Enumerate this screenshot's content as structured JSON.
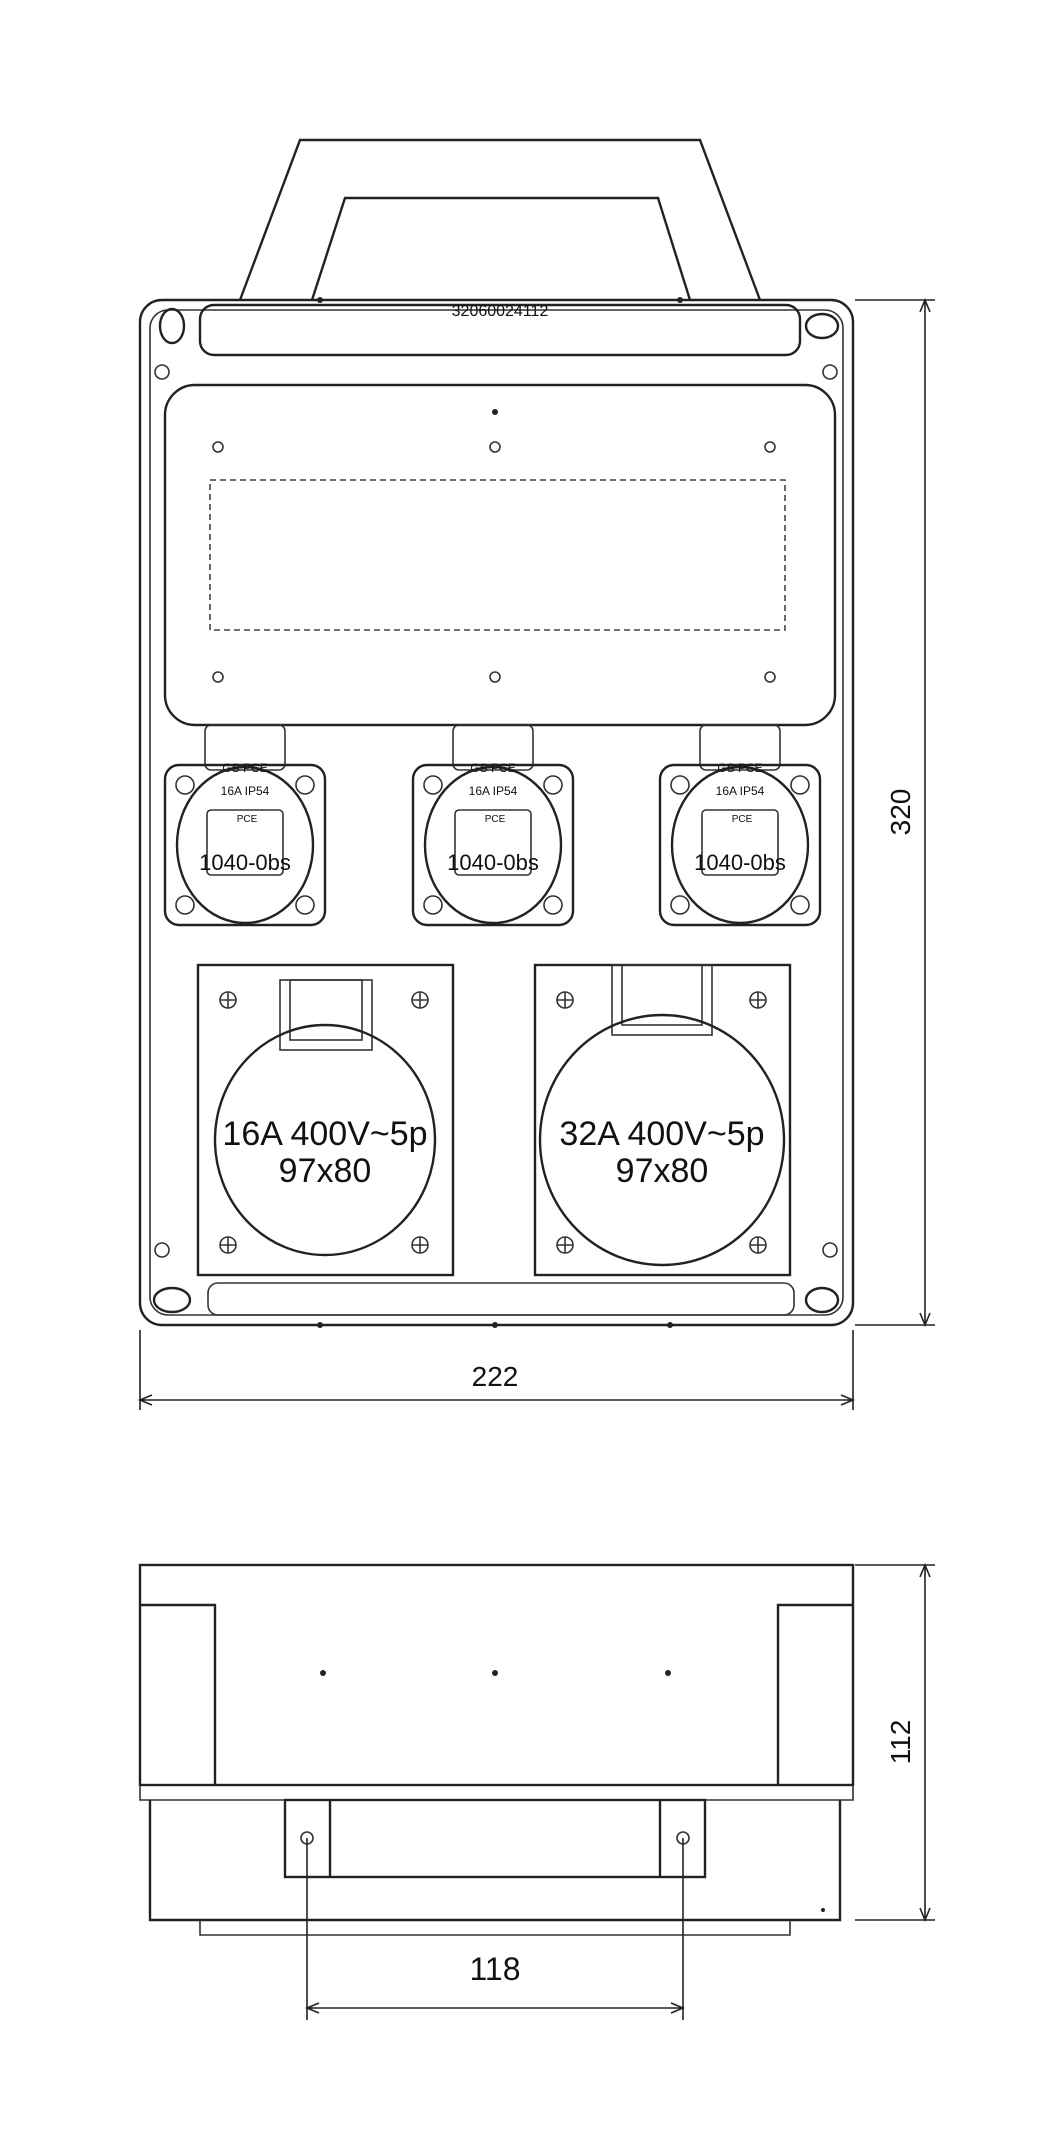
{
  "top_view": {
    "part_code": "32060024112",
    "dimensions": {
      "height": "320",
      "width": "222"
    },
    "schuko_sockets": [
      {
        "line1": "GS PCE",
        "line2": "16A IP54",
        "brand": "PCE",
        "code": "1040-0bs"
      },
      {
        "line1": "GS PCE",
        "line2": "16A IP54",
        "brand": "PCE",
        "code": "1040-0bs"
      },
      {
        "line1": "GS PCE",
        "line2": "16A IP54",
        "brand": "PCE",
        "code": "1040-0bs"
      }
    ],
    "cee_sockets": [
      {
        "rating": "16A 400V~5p",
        "size": "97x80"
      },
      {
        "rating": "32A 400V~5p",
        "size": "97x80"
      }
    ]
  },
  "side_view": {
    "dimensions": {
      "height": "112",
      "handle_width": "118"
    }
  }
}
